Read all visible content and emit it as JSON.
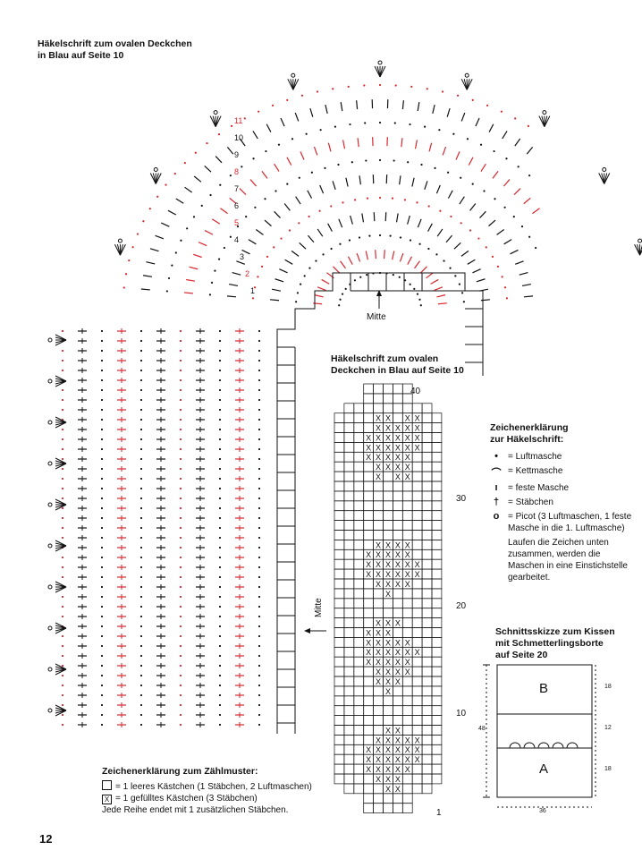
{
  "top_title": [
    "Häkelschrift zum ovalen Deckchen",
    "in Blau auf Seite 10"
  ],
  "mid_title": [
    "Häkelschrift zum ovalen",
    "Deckchen in Blau auf Seite 10"
  ],
  "round_numbers": [
    "1",
    "2",
    "3",
    "4",
    "5",
    "6",
    "7",
    "8",
    "9",
    "10",
    "11"
  ],
  "mitte_label": "Mitte",
  "chart_numbers": {
    "n40": "40",
    "n30": "30",
    "n20": "20",
    "n10": "10",
    "n1": "1"
  },
  "legend_crochet": {
    "title": [
      "Zeichenerklärung",
      "zur Häkelschrift:"
    ],
    "items": [
      {
        "sym": "•",
        "text": "= Luftmasche"
      },
      {
        "sym": "⌒",
        "text": "= Kettmasche"
      },
      {
        "sym": "ı",
        "text": "= feste Masche"
      },
      {
        "sym": "†",
        "text": "= Stäbchen"
      },
      {
        "sym": "o",
        "text": "= Picot (3 Luftmaschen, 1 feste Masche in die 1. Luftmasche)"
      }
    ],
    "note": "Laufen die Zeichen unten zusammen, werden die Maschen in eine Einstichstelle gearbeitet."
  },
  "sketch": {
    "title": [
      "Schnittsskizze zum Kissen",
      "mit Schmetterlingsborte",
      "auf Seite 20"
    ],
    "label_b": "B",
    "label_a": "A",
    "dims": {
      "h1": "18",
      "h2": "12",
      "h3": "18",
      "height": "48",
      "width": "36"
    }
  },
  "legend_count": {
    "title": "Zeichenerklärung zum Zählmuster:",
    "empty": "= 1 leeres Kästchen (1 Stäbchen, 2 Luftmaschen)",
    "filled": "= 1 gefülltes Kästchen (3 Stäbchen)",
    "note": "Jede Reihe endet mit 1 zusätzlichen Stäbchen.",
    "x_mark": "X"
  },
  "page_number": "12",
  "colors": {
    "accent": "#d8262e",
    "ink": "#111111"
  }
}
